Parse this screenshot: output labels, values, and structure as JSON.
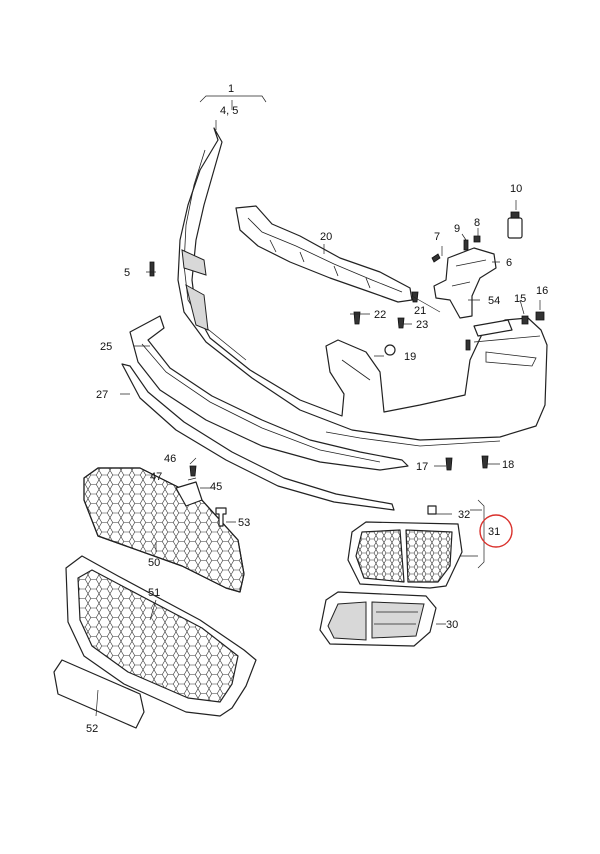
{
  "diagram": {
    "callouts": {
      "c1": "1",
      "c4_5": "4, 5",
      "c5": "5",
      "c6": "6",
      "c7": "7",
      "c8": "8",
      "c9": "9",
      "c10": "10",
      "c15": "15",
      "c16": "16",
      "c17": "17",
      "c18": "18",
      "c19": "19",
      "c20": "20",
      "c21": "21",
      "c22": "22",
      "c23": "23",
      "c25": "25",
      "c27": "27",
      "c30": "30",
      "c31": "31",
      "c32": "32",
      "c45": "45",
      "c46": "46",
      "c47": "47",
      "c50": "50",
      "c51": "51",
      "c52": "52",
      "c53": "53",
      "c54": "54"
    },
    "highlight_color": "#d9302b",
    "line_color": "#222222"
  }
}
